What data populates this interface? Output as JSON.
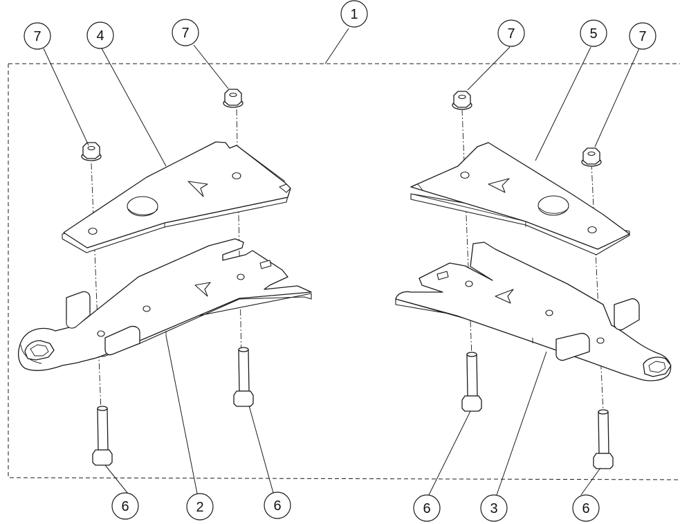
{
  "diagram": {
    "callouts": [
      {
        "id": "callout-1",
        "label": "1"
      },
      {
        "id": "callout-4",
        "label": "4"
      },
      {
        "id": "callout-7-a",
        "label": "7"
      },
      {
        "id": "callout-7-b",
        "label": "7"
      },
      {
        "id": "callout-7-c",
        "label": "7"
      },
      {
        "id": "callout-5",
        "label": "5"
      },
      {
        "id": "callout-7-d",
        "label": "7"
      },
      {
        "id": "callout-6-a",
        "label": "6"
      },
      {
        "id": "callout-2",
        "label": "2"
      },
      {
        "id": "callout-6-b",
        "label": "6"
      },
      {
        "id": "callout-6-c",
        "label": "6"
      },
      {
        "id": "callout-3",
        "label": "3"
      },
      {
        "id": "callout-6-d",
        "label": "6"
      }
    ]
  }
}
